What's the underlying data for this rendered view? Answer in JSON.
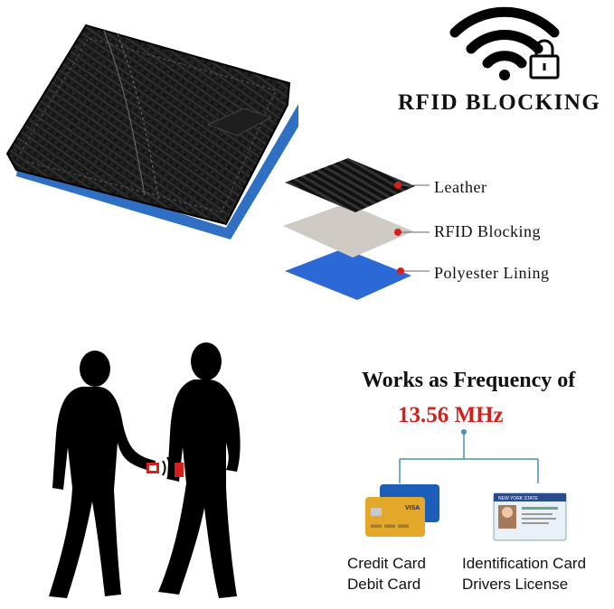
{
  "header": {
    "title": "RFID BLOCKING"
  },
  "layers": [
    {
      "label": "Leather"
    },
    {
      "label": "RFID Blocking"
    },
    {
      "label": "Polyester Lining"
    }
  ],
  "frequency": {
    "line": "Works as Frequency of",
    "value": "13.56 MHz"
  },
  "cards": [
    {
      "line1": "Credit Card",
      "line2": "Debit Card",
      "card_text": "VISA"
    },
    {
      "line1": "Identification Card",
      "line2": "Drivers License",
      "card_text": "NEW YORK STATE"
    }
  ],
  "colors": {
    "wallet_black": "#1a1a1a",
    "wallet_blue": "#2f6fc4",
    "rfid_gray": "#cfcac4",
    "lining_blue": "#2b6ad6",
    "accent_red": "#d5201b",
    "connector": "#4a8fb4"
  }
}
